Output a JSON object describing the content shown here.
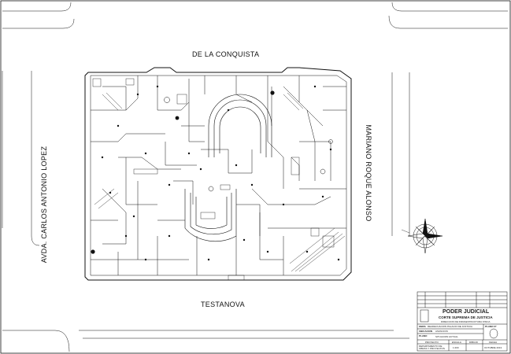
{
  "streets": {
    "top": "DE LA CONQUISTA",
    "bottom": "TESTANOVA",
    "left": "AVDA. CARLOS ANTONIO LOPEZ",
    "right": "MARIANO ROQUE ALONSO"
  },
  "title_block": {
    "institution": "PODER JUDICIAL",
    "court": "CORTE SUPREMA DE JUSTICIA",
    "direction": "DIRECCION DE INFRAESTRUCTURA FISICA",
    "plan_label": "PLANO N°",
    "work_label": "OBRA",
    "work_value": "READECUACION PALACIO DE JUSTICIA",
    "location_label": "UBICACION",
    "location_value": "ASUNCION",
    "plano_label": "PLANO",
    "plano_value": "SITUACION ACTUAL",
    "col_project": "PROYECTO",
    "col_scale": "ESCALA",
    "col_drawn": "DIBUJO",
    "col_date": "FECHA",
    "dept": "DEPARTAMENTO DE OBRAS Y PROYECTOS",
    "scale_value": "1:200",
    "date_value": "OCTUBRE 2013"
  }
}
